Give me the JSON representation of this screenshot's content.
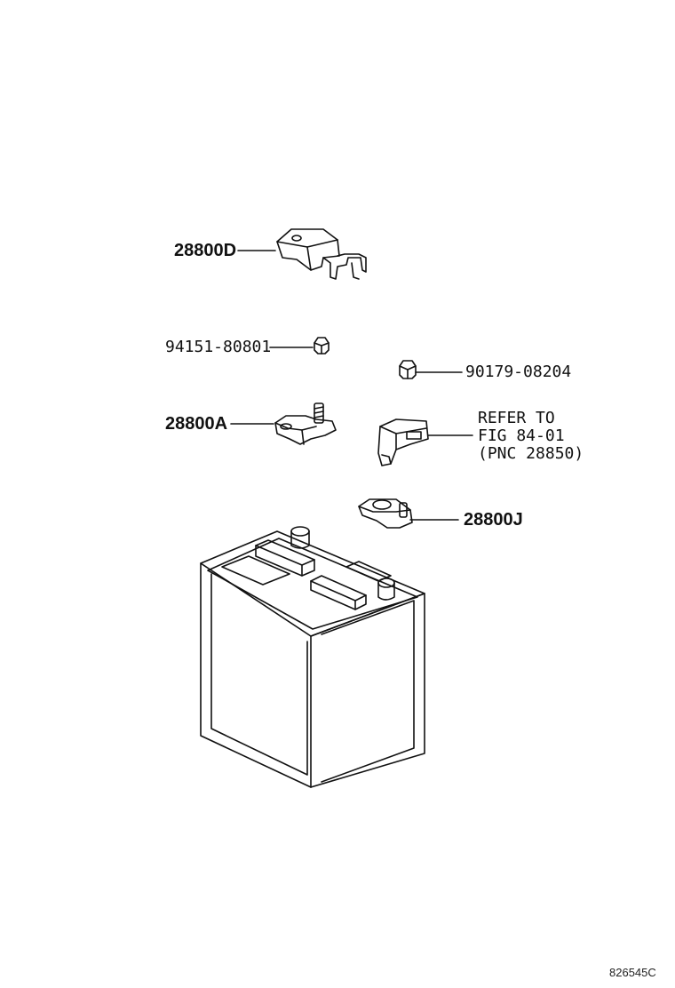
{
  "parts": {
    "p28800D": "28800D",
    "p94151": "94151-80801",
    "p90179": "90179-08204",
    "p28800A": "28800A",
    "p28800J": "28800J",
    "refer_line1": "REFER TO",
    "refer_line2": "FIG 84-01",
    "refer_line3": "(PNC 28850)"
  },
  "figure_code": "826545C"
}
